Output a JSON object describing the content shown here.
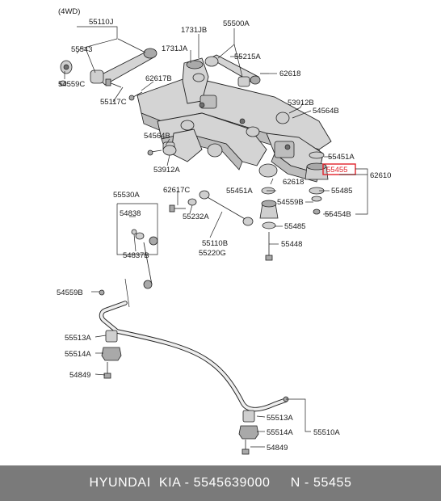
{
  "variant": "(4WD)",
  "highlight_color": "#e0222a",
  "footer_color": "#7a7a7a",
  "labels": {
    "55110J": "55110J",
    "1731JB": "1731JB",
    "55500A": "55500A",
    "55543": "55543",
    "1731JA": "1731JA",
    "55215A": "55215A",
    "62618_top": "62618",
    "54559C": "54559C",
    "62617B": "62617B",
    "55117C": "55117C",
    "53912B": "53912B",
    "54564B_right": "54564B",
    "54564B_left": "54564B",
    "53912A": "53912A",
    "55451A_right": "55451A",
    "55455_highlight": "55455",
    "62610": "62610",
    "55485_upper": "55485",
    "55530A": "55530A",
    "62617C": "62617C",
    "55451A_mid": "55451A",
    "62618_mid": "62618",
    "54559B_right": "54559B",
    "55232A": "55232A",
    "55454B": "55454B",
    "54838": "54838",
    "55485_lower": "55485",
    "54837B": "54837B",
    "55110B": "55110B",
    "55220G": "55220G",
    "55448": "55448",
    "54559B_left": "54559B",
    "55513A_left": "55513A",
    "55514A_left": "55514A",
    "54849_left": "54849",
    "55513A_right": "55513A",
    "55510A": "55510A",
    "55514A_right": "55514A",
    "54849_right": "54849"
  },
  "footer": {
    "text": "HYUNDAI  KIA - 5545639000     N - 55455"
  }
}
